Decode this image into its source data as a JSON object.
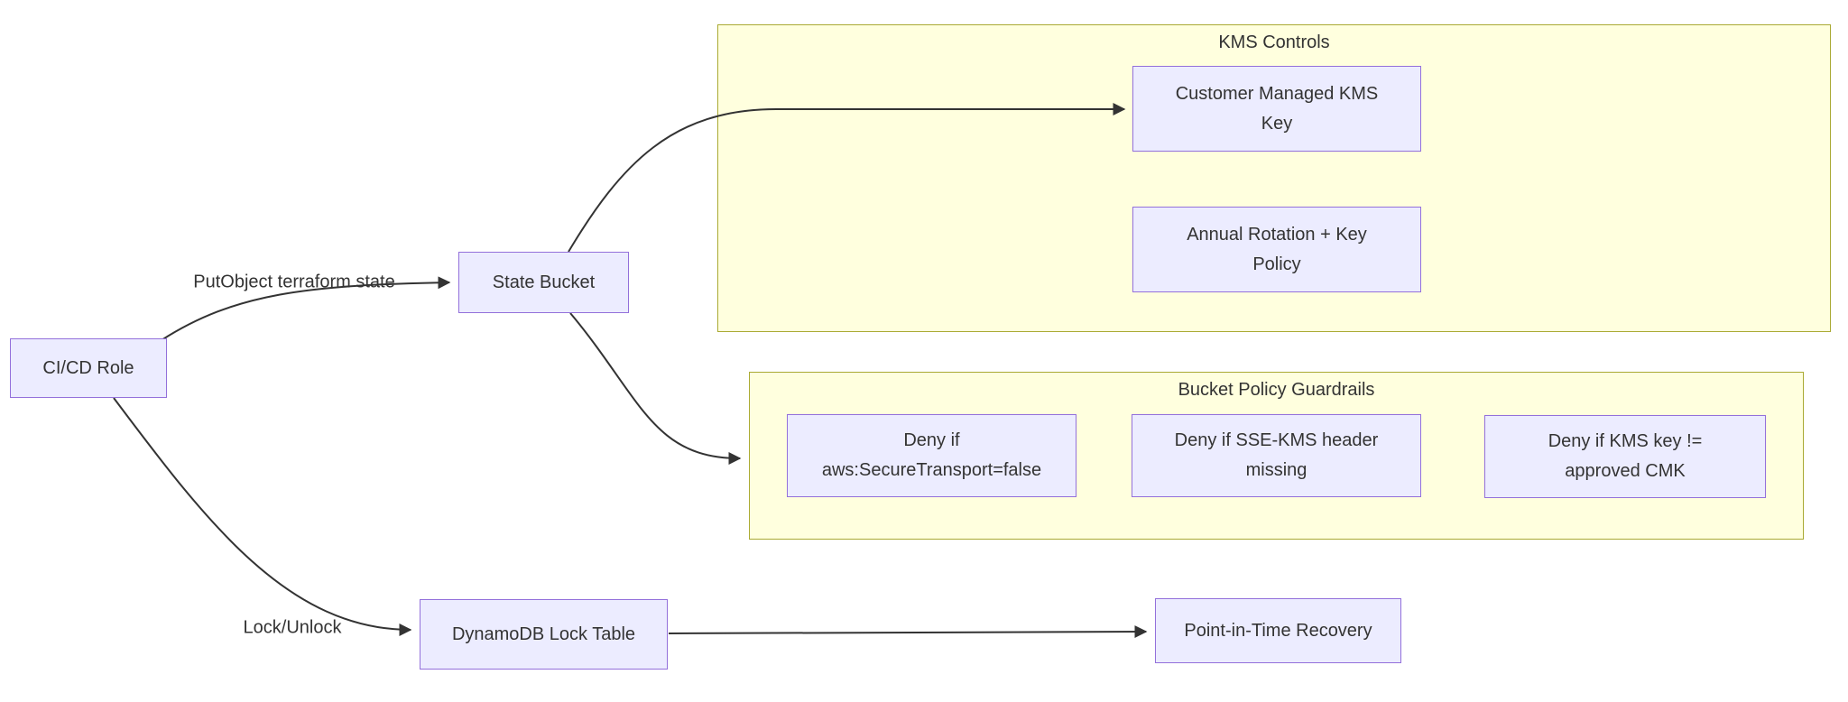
{
  "diagram": {
    "type": "flowchart",
    "direction": "left-to-right",
    "nodes": {
      "cicd_role": {
        "label": "CI/CD Role"
      },
      "state_bucket": {
        "label": "State Bucket"
      },
      "customer_managed_kms_key": {
        "label": "Customer Managed KMS\nKey"
      },
      "annual_rotation_key_policy": {
        "label": "Annual Rotation + Key\nPolicy"
      },
      "deny_secure_transport": {
        "label": "Deny if\naws:SecureTransport=false"
      },
      "deny_sse_kms_header": {
        "label": "Deny if SSE-KMS header\nmissing"
      },
      "deny_kms_key_mismatch": {
        "label": "Deny if KMS key !=\napproved CMK"
      },
      "dynamodb_lock_table": {
        "label": "DynamoDB Lock Table"
      },
      "point_in_time_recovery": {
        "label": "Point-in-Time Recovery"
      }
    },
    "subgraphs": {
      "kms_controls": {
        "title": "KMS Controls"
      },
      "bucket_policy_guardrails": {
        "title": "Bucket Policy Guardrails"
      }
    },
    "edges": [
      {
        "from": "CI/CD Role",
        "to": "State Bucket",
        "label": "PutObject terraform state"
      },
      {
        "from": "State Bucket",
        "to": "Customer Managed KMS Key",
        "label": ""
      },
      {
        "from": "State Bucket",
        "to": "Bucket Policy Guardrails",
        "label": ""
      },
      {
        "from": "CI/CD Role",
        "to": "DynamoDB Lock Table",
        "label": "Lock/Unlock"
      },
      {
        "from": "DynamoDB Lock Table",
        "to": "Point-in-Time Recovery",
        "label": ""
      }
    ]
  },
  "colors": {
    "node-fill": "#ECECFF",
    "node-border": "#9370DB",
    "cluster-fill": "#FFFFDE",
    "cluster-border": "#AAAA33",
    "edge": "#333333",
    "text": "#333333",
    "background": "#FFFFFF"
  }
}
